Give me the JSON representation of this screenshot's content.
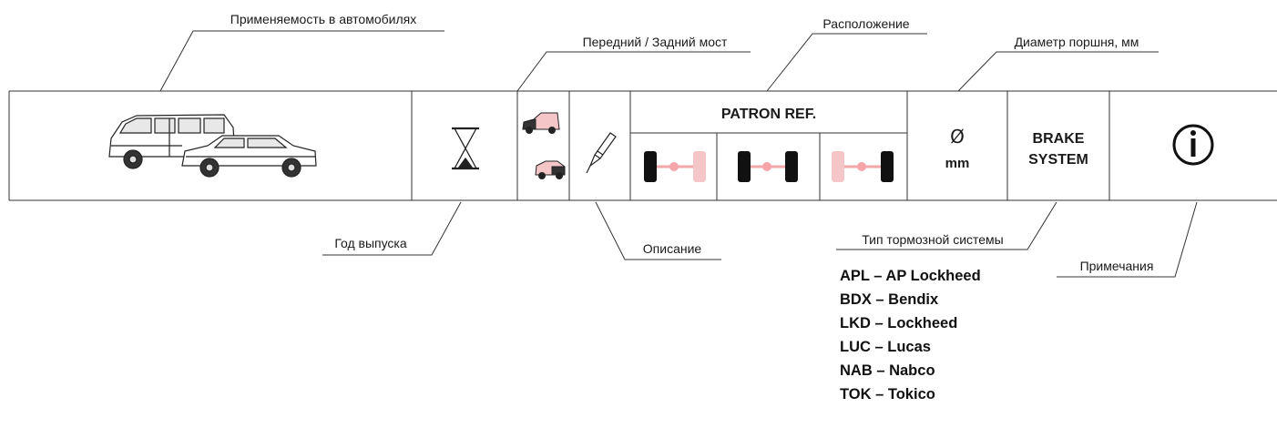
{
  "labels": {
    "vehicle_applicability": "Применяемость в автомобилях",
    "axle": "Передний / Задний мост",
    "position": "Расположение",
    "piston_diameter": "Диаметр поршня, мм",
    "year": "Год выпуска",
    "description": "Описание",
    "brake_type": "Тип тормозной системы",
    "notes": "Примечания"
  },
  "table": {
    "patron_ref": "PATRON REF.",
    "diameter_symbol": "Ø",
    "diameter_unit": "mm",
    "brake_line1": "BRAKE",
    "brake_line2": "SYSTEM"
  },
  "icons": {
    "vehicles": "vehicles-icon",
    "year": "hourglass-icon",
    "front_axle": "front-car-icon",
    "rear_axle": "rear-car-icon",
    "description": "pen-icon",
    "axle_left": "axle-left-icon",
    "axle_right": "axle-right-icon",
    "axle_both": "axle-both-icon",
    "info": "info-icon"
  },
  "colors": {
    "highlight": "#f4c6c8",
    "wheel": "#111111",
    "line": "#333333"
  },
  "brake_systems": [
    "APL – AP Lockheed",
    "BDX – Bendix",
    "LKD – Lockheed",
    "LUC – Lucas",
    "NAB – Nabco",
    "TOK – Tokico"
  ]
}
